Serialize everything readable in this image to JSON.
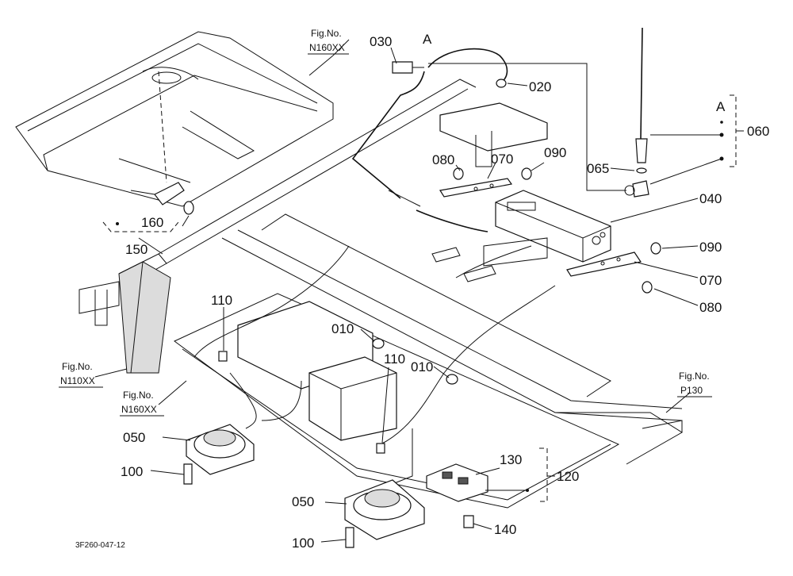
{
  "diagram": {
    "drawing_code": "3F260-047-12",
    "parts": {
      "p010a": "010",
      "p010b": "010",
      "p020": "020",
      "p030": "030",
      "p040": "040",
      "p050a": "050",
      "p050b": "050",
      "p060": "060",
      "p065": "065",
      "p070a": "070",
      "p070b": "070",
      "p080a": "080",
      "p080b": "080",
      "p090a": "090",
      "p090b": "090",
      "p100a": "100",
      "p100b": "100",
      "p110a": "110",
      "p110b": "110",
      "p120": "120",
      "p130": "130",
      "p140": "140",
      "p150": "150",
      "p160": "160"
    },
    "markers": {
      "a1": "A",
      "a2": "A"
    },
    "fig_refs": {
      "r1": {
        "title": "Fig.No.",
        "code": "N160XX"
      },
      "r2": {
        "title": "Fig.No.",
        "code": "N110XX"
      },
      "r3": {
        "title": "Fig.No.",
        "code": "N160XX"
      },
      "r4": {
        "title": "Fig.No.",
        "code": "P130"
      }
    }
  }
}
